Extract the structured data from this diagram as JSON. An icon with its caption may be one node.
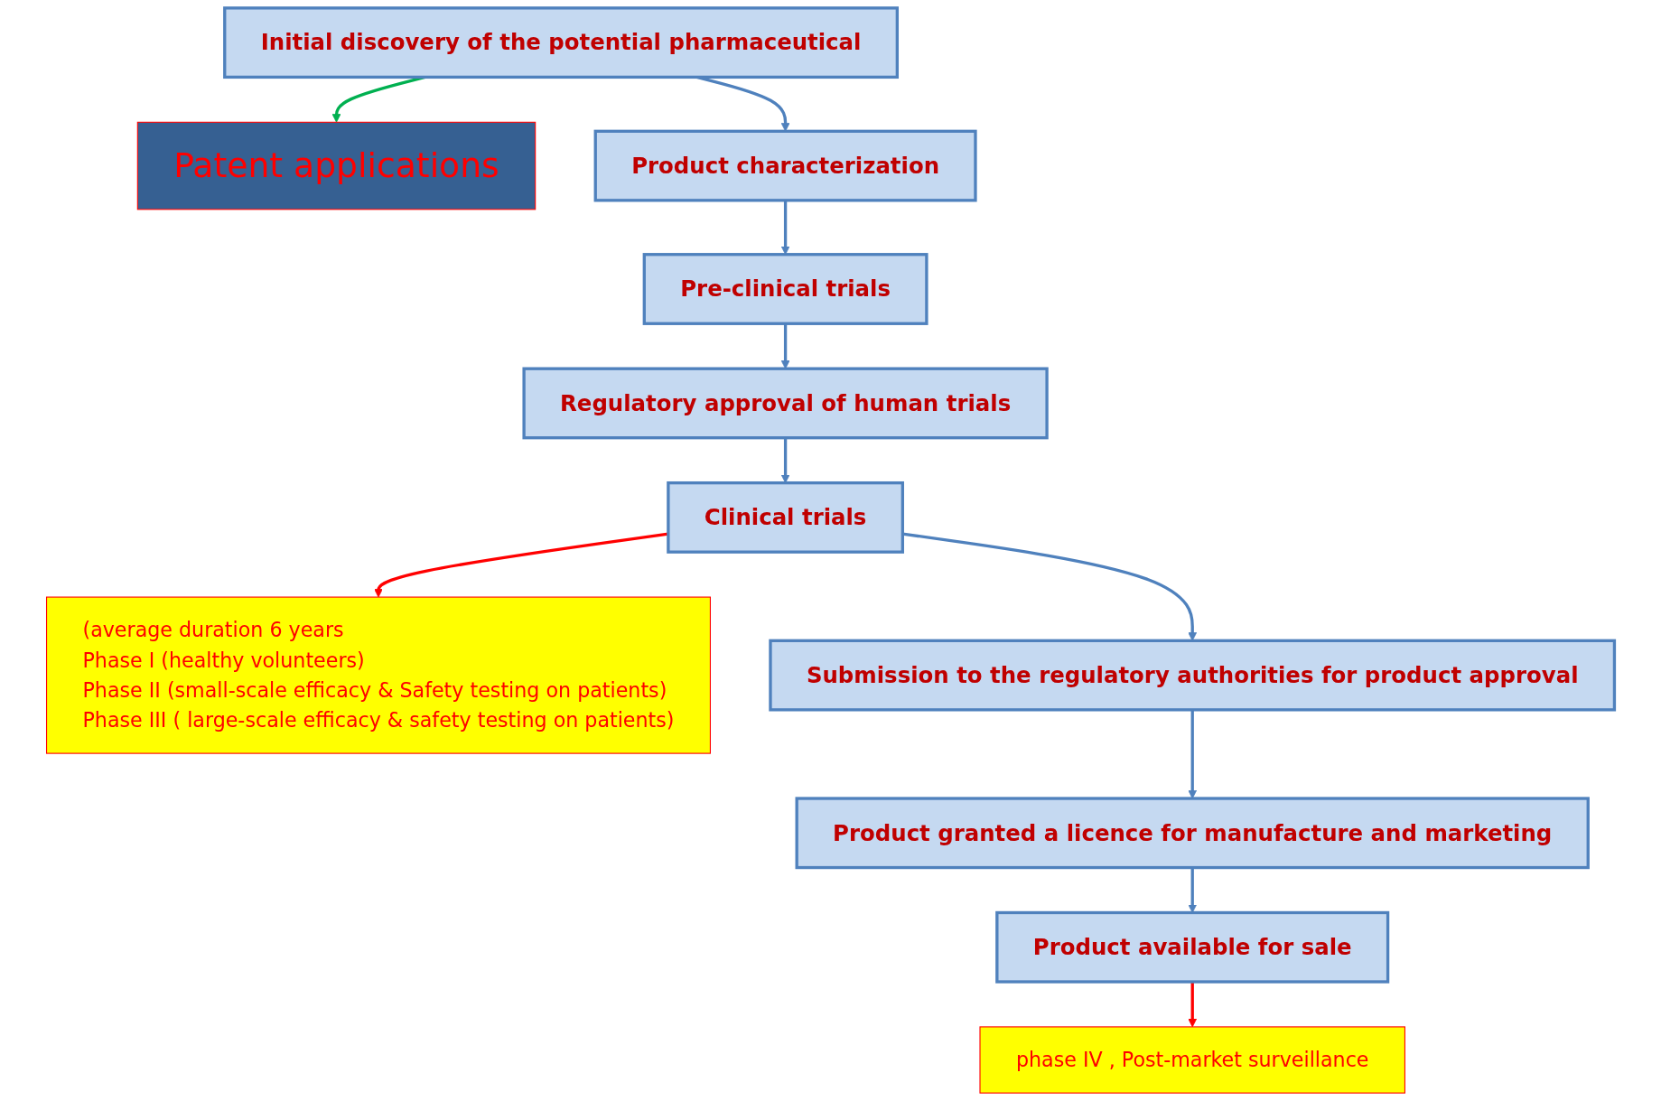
{
  "diagram": {
    "nodes": [
      {
        "text": [
          "Initial discovery of the potential pharmaceutical"
        ]
      },
      {
        "text": [
          "Patent applications"
        ]
      },
      {
        "text": [
          "Product characterization"
        ]
      },
      {
        "text": [
          "Pre-clinical trials"
        ]
      },
      {
        "text": [
          "Regulatory approval of human trials"
        ]
      },
      {
        "text": [
          "Clinical trials"
        ]
      },
      {
        "text": [
          "(average duration 6 years",
          "Phase I (healthy volunteers)",
          "Phase II (small-scale efficacy & Safety testing on patients)",
          "Phase III ( large-scale efficacy & safety testing on patients)"
        ]
      },
      {
        "text": [
          "Submission to the regulatory authorities for product approval"
        ]
      },
      {
        "text": [
          "Product granted a licence for manufacture and marketing"
        ]
      },
      {
        "text": [
          "Product available for sale"
        ]
      },
      {
        "text": [
          "phase IV , Post-market surveillance"
        ]
      }
    ],
    "edges": [
      {
        "from": 0,
        "to": 2,
        "arrow": "to"
      },
      {
        "from": 0,
        "to": 1,
        "arrow": "to",
        "color": "#00b050"
      },
      {
        "from": 2,
        "to": 3,
        "arrow": "to"
      },
      {
        "from": 3,
        "to": 4,
        "arrow": "to"
      },
      {
        "from": 4,
        "to": 5,
        "arrow": "to"
      },
      {
        "from": 5,
        "to": 6,
        "arrow": "to",
        "color": "#ff0000"
      },
      {
        "from": 5,
        "to": 7,
        "arrow": "to"
      },
      {
        "from": 7,
        "to": 8,
        "arrow": "to"
      },
      {
        "from": 8,
        "to": 9,
        "arrow": "to"
      },
      {
        "from": 9,
        "to": 10,
        "arrow": "to",
        "color": "#ff0000"
      }
    ]
  }
}
